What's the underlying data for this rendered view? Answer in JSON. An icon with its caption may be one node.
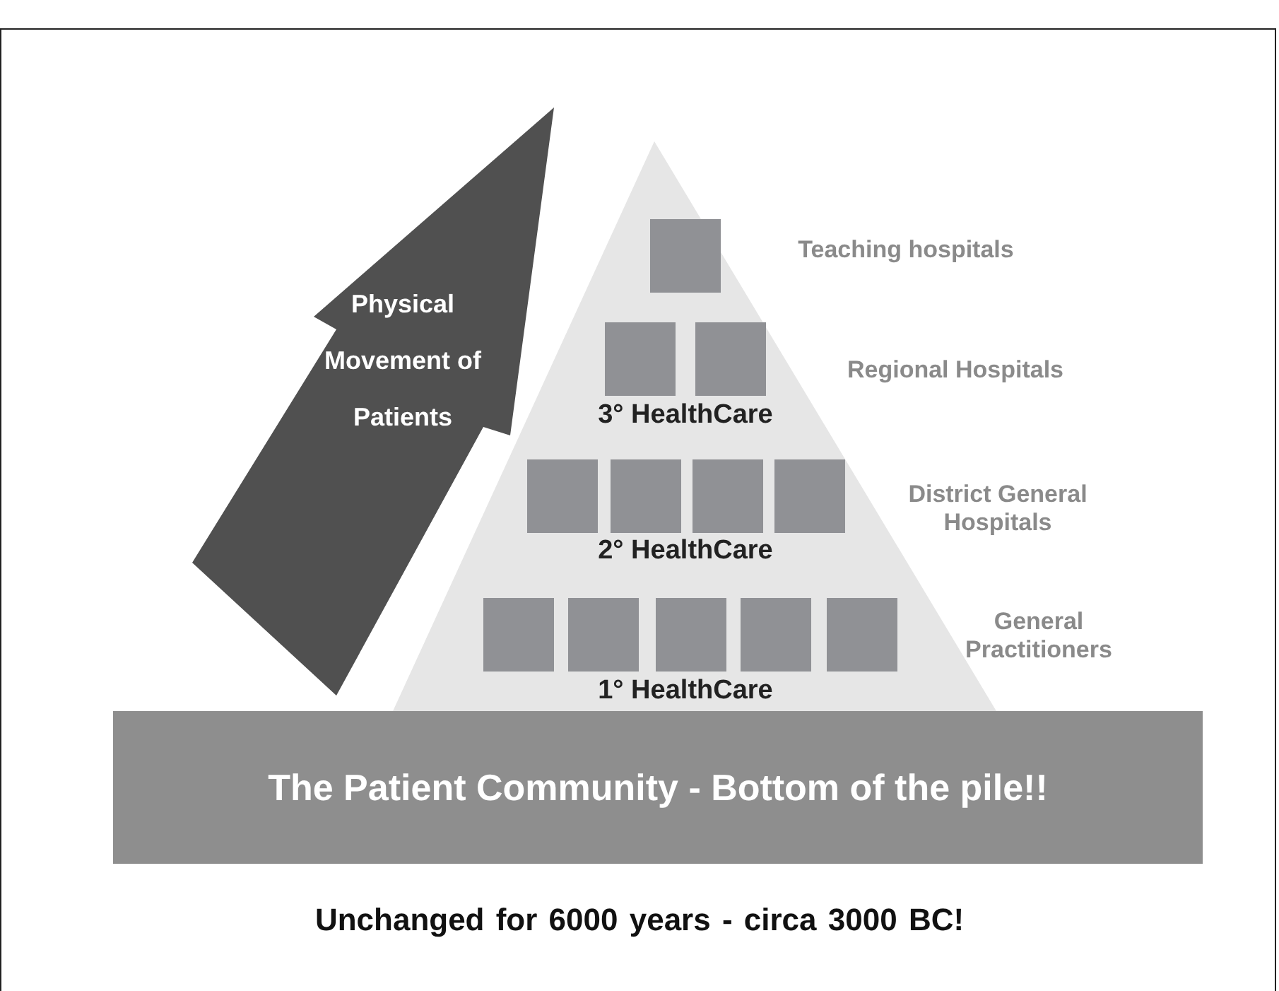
{
  "diagram": {
    "caption": "Unchanged for 6000 years - circa 3000 BC!",
    "nodes": [
      {
        "text": [
          "Physical Movement of Patients"
        ]
      },
      {
        "text": [
          "3° HealthCare",
          "2° HealthCare",
          "1° HealthCare"
        ]
      },
      {
        "text": [],
        "shape": "box",
        "in": 1
      },
      {
        "text": [],
        "shape": "box",
        "in": 1
      },
      {
        "text": [],
        "shape": "box",
        "in": 1
      },
      {
        "text": [],
        "shape": "box",
        "in": 1
      },
      {
        "text": [],
        "shape": "box",
        "in": 1
      },
      {
        "text": [],
        "shape": "box",
        "in": 1
      },
      {
        "text": [],
        "shape": "box",
        "in": 1
      },
      {
        "text": [],
        "shape": "box",
        "in": 1
      },
      {
        "text": [],
        "shape": "box",
        "in": 1
      },
      {
        "text": [],
        "shape": "box",
        "in": 1
      },
      {
        "text": [],
        "shape": "box",
        "in": 1
      },
      {
        "text": [],
        "shape": "box",
        "in": 1
      },
      {
        "text": [
          "The Patient Community - Bottom of the pile!!"
        ]
      }
    ],
    "edges": [],
    "labels": [
      "Teaching hospitals",
      "Regional Hospitals",
      "District General Hospitals",
      "General Practitioners"
    ]
  }
}
